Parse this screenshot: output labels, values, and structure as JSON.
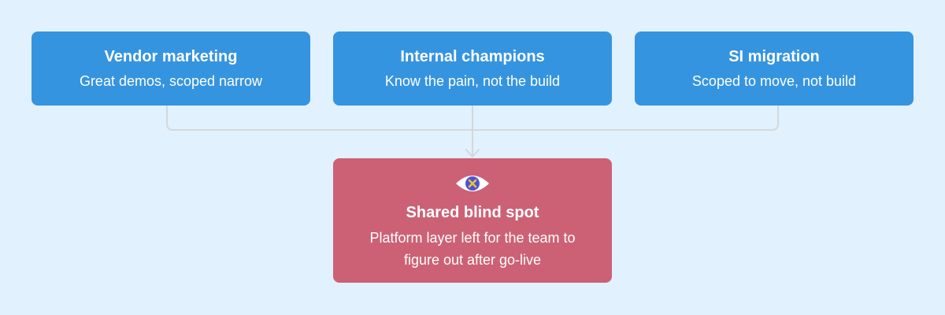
{
  "nodes": [
    {
      "title": "Vendor marketing",
      "subtitle": "Great demos, scoped narrow"
    },
    {
      "title": "Internal champions",
      "subtitle": "Know the pain, not the build"
    },
    {
      "title": "SI migration",
      "subtitle": "Scoped to move, not build"
    }
  ],
  "result": {
    "icon": "eye-with-x-icon",
    "title": "Shared blind spot",
    "subtitle_line1": "Platform layer left for the team to",
    "subtitle_line2": "figure out after go-live"
  },
  "colors": {
    "background": "#e1f1fd",
    "node": "#3594e0",
    "result": "#cc6175",
    "connector": "#d4d8dc",
    "icon_pupil": "#4a55d6",
    "icon_x": "#f2c230"
  }
}
